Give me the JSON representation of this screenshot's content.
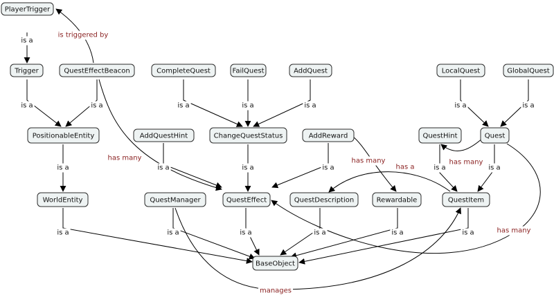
{
  "nodes": [
    {
      "id": "PlayerTrigger",
      "label": "PlayerTrigger"
    },
    {
      "id": "Trigger",
      "label": "Trigger"
    },
    {
      "id": "QuestEffectBeacon",
      "label": "QuestEffectBeacon"
    },
    {
      "id": "CompleteQuest",
      "label": "CompleteQuest"
    },
    {
      "id": "FailQuest",
      "label": "FailQuest"
    },
    {
      "id": "AddQuest",
      "label": "AddQuest"
    },
    {
      "id": "LocalQuest",
      "label": "LocalQuest"
    },
    {
      "id": "GlobalQuest",
      "label": "GlobalQuest"
    },
    {
      "id": "PositionableEntity",
      "label": "PositionableEntity"
    },
    {
      "id": "AddQuestHint",
      "label": "AddQuestHint"
    },
    {
      "id": "ChangeQuestStatus",
      "label": "ChangeQuestStatus"
    },
    {
      "id": "AddReward",
      "label": "AddReward"
    },
    {
      "id": "QuestHint",
      "label": "QuestHint"
    },
    {
      "id": "Quest",
      "label": "Quest"
    },
    {
      "id": "WorldEntity",
      "label": "WorldEntity"
    },
    {
      "id": "QuestManager",
      "label": "QuestManager"
    },
    {
      "id": "QuestEffect",
      "label": "QuestEffect"
    },
    {
      "id": "QuestDescription",
      "label": "QuestDescription"
    },
    {
      "id": "Rewardable",
      "label": "Rewardable"
    },
    {
      "id": "QuestItem",
      "label": "QuestItem"
    },
    {
      "id": "BaseObject",
      "label": "BaseObject"
    }
  ],
  "edges": [
    {
      "id": "e1",
      "from": "Trigger",
      "to": "PlayerTrigger",
      "label": "is a",
      "kind": "isa"
    },
    {
      "id": "e2",
      "from": "QuestEffectBeacon",
      "to": "PlayerTrigger",
      "label": "is triggered by",
      "kind": "rel"
    },
    {
      "id": "e3",
      "from": "Trigger",
      "to": "PositionableEntity",
      "label": "is a",
      "kind": "isa"
    },
    {
      "id": "e4",
      "from": "QuestEffectBeacon",
      "to": "PositionableEntity",
      "label": "is a",
      "kind": "isa"
    },
    {
      "id": "e5",
      "from": "QuestEffectBeacon",
      "to": "QuestEffect",
      "label": "has many",
      "kind": "rel"
    },
    {
      "id": "e6",
      "from": "CompleteQuest",
      "to": "ChangeQuestStatus",
      "label": "is a",
      "kind": "isa"
    },
    {
      "id": "e7",
      "from": "FailQuest",
      "to": "ChangeQuestStatus",
      "label": "is a",
      "kind": "isa"
    },
    {
      "id": "e8",
      "from": "AddQuest",
      "to": "ChangeQuestStatus",
      "label": "is a",
      "kind": "isa"
    },
    {
      "id": "e9",
      "from": "LocalQuest",
      "to": "Quest",
      "label": "is a",
      "kind": "isa"
    },
    {
      "id": "e10",
      "from": "GlobalQuest",
      "to": "Quest",
      "label": "is a",
      "kind": "isa"
    },
    {
      "id": "e11",
      "from": "PositionableEntity",
      "to": "WorldEntity",
      "label": "is a",
      "kind": "isa"
    },
    {
      "id": "e12",
      "from": "AddQuestHint",
      "to": "QuestEffect",
      "label": "is a",
      "kind": "isa"
    },
    {
      "id": "e13",
      "from": "ChangeQuestStatus",
      "to": "QuestEffect",
      "label": "is a",
      "kind": "isa"
    },
    {
      "id": "e14",
      "from": "AddReward",
      "to": "QuestEffect",
      "label": "is a",
      "kind": "isa"
    },
    {
      "id": "e15",
      "from": "AddReward",
      "to": "Rewardable",
      "label": "has many",
      "kind": "rel"
    },
    {
      "id": "e16",
      "from": "Quest",
      "to": "QuestHint",
      "label": "has many",
      "kind": "rel"
    },
    {
      "id": "e17",
      "from": "QuestHint",
      "to": "QuestItem",
      "label": "is a",
      "kind": "isa"
    },
    {
      "id": "e18",
      "from": "Quest",
      "to": "QuestItem",
      "label": "is a",
      "kind": "isa"
    },
    {
      "id": "e19",
      "from": "QuestItem",
      "to": "QuestDescription",
      "label": "has a",
      "kind": "rel"
    },
    {
      "id": "e20",
      "from": "Quest",
      "to": "QuestEffect",
      "label": "has many",
      "kind": "rel"
    },
    {
      "id": "e21",
      "from": "WorldEntity",
      "to": "BaseObject",
      "label": "is a",
      "kind": "isa"
    },
    {
      "id": "e22",
      "from": "QuestManager",
      "to": "BaseObject",
      "label": "is a",
      "kind": "isa"
    },
    {
      "id": "e23",
      "from": "QuestManager",
      "to": "QuestItem",
      "label": "manages",
      "kind": "rel"
    },
    {
      "id": "e24",
      "from": "QuestEffect",
      "to": "BaseObject",
      "label": "is a",
      "kind": "isa"
    },
    {
      "id": "e25",
      "from": "QuestDescription",
      "to": "BaseObject",
      "label": "is a",
      "kind": "isa"
    },
    {
      "id": "e26",
      "from": "Rewardable",
      "to": "BaseObject",
      "label": "is a",
      "kind": "isa"
    },
    {
      "id": "e27",
      "from": "QuestItem",
      "to": "BaseObject",
      "label": "is a",
      "kind": "isa"
    }
  ]
}
